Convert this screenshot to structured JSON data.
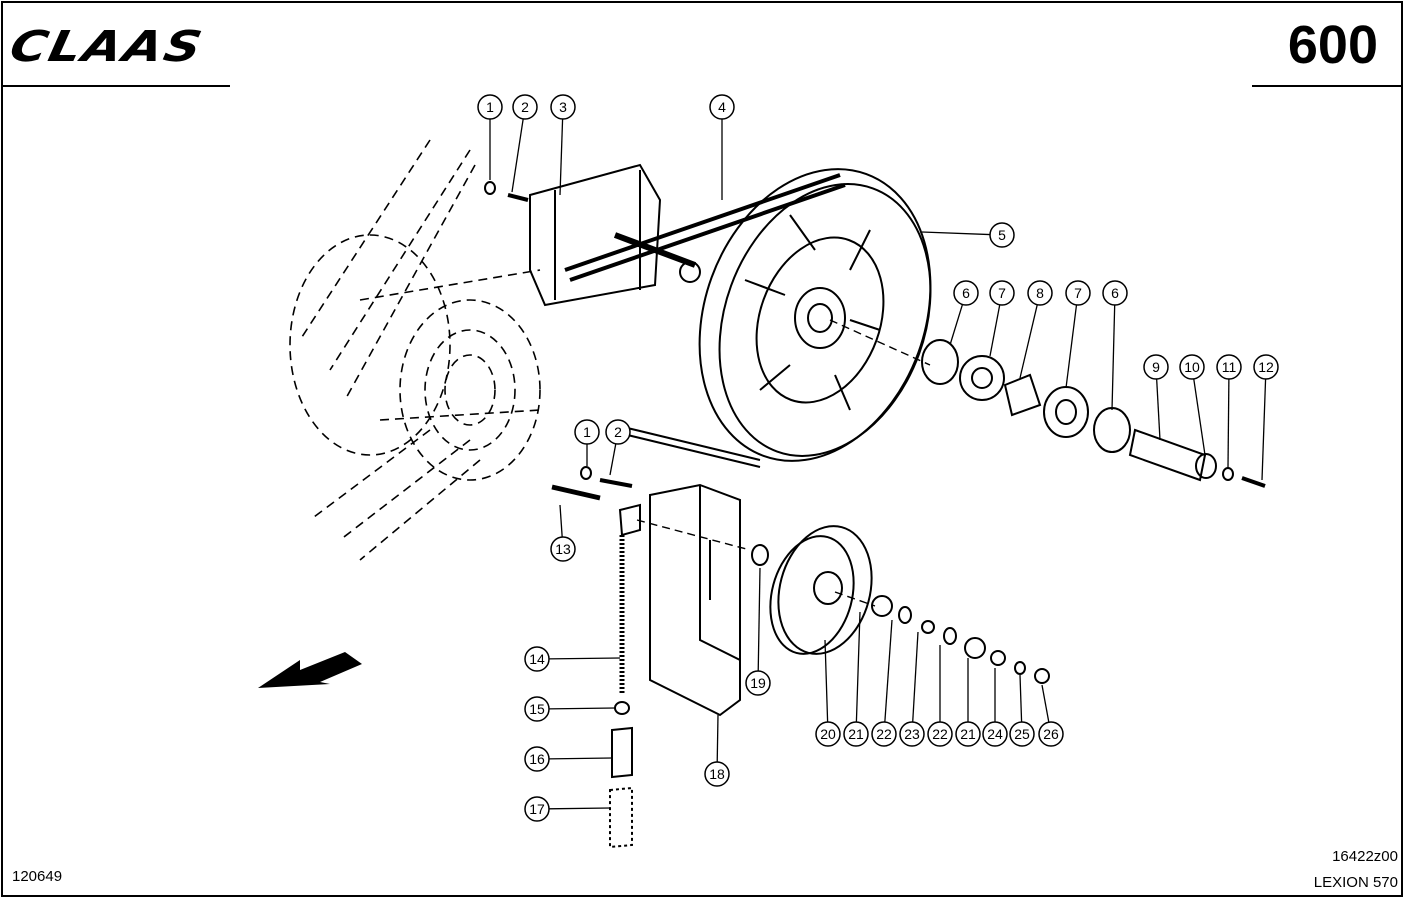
{
  "header": {
    "brand": "CLAAS",
    "page_number": "600"
  },
  "footer": {
    "doc_number": "120649",
    "drawing_code": "16422z00",
    "model": "LEXION 570"
  },
  "callouts": [
    "1",
    "2",
    "3",
    "4",
    "5",
    "6",
    "7",
    "8",
    "7",
    "6",
    "9",
    "10",
    "11",
    "12",
    "1",
    "2",
    "13",
    "14",
    "15",
    "16",
    "17",
    "18",
    "19",
    "20",
    "21",
    "22",
    "23",
    "22",
    "21",
    "24",
    "25",
    "26"
  ]
}
